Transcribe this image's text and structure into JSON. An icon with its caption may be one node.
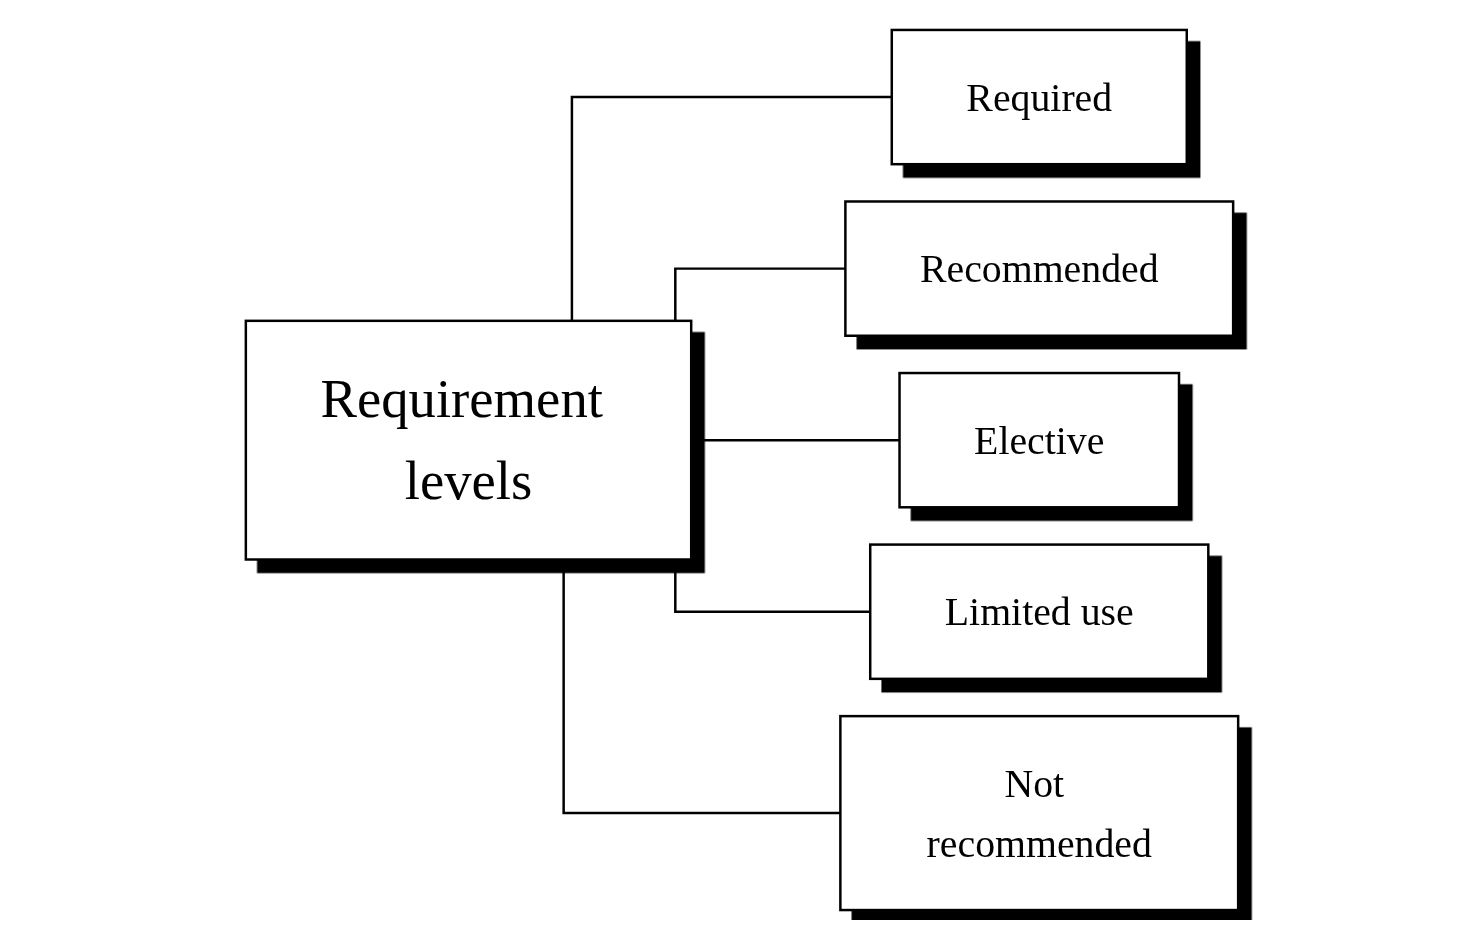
{
  "diagram": {
    "nodes": [
      {
        "text": [
          "Requirement levels"
        ]
      },
      {
        "text": [
          "Required"
        ]
      },
      {
        "text": [
          "Recommended"
        ]
      },
      {
        "text": [
          "Elective"
        ]
      },
      {
        "text": [
          "Limited use"
        ]
      },
      {
        "text": [
          "Not recommended"
        ]
      }
    ],
    "edges": [
      {
        "from": 0,
        "to": 1,
        "arrow": "none"
      },
      {
        "from": 0,
        "to": 2,
        "arrow": "none"
      },
      {
        "from": 0,
        "to": 3,
        "arrow": "none"
      },
      {
        "from": 0,
        "to": 4,
        "arrow": "none"
      },
      {
        "from": 0,
        "to": 5,
        "arrow": "none"
      }
    ]
  }
}
